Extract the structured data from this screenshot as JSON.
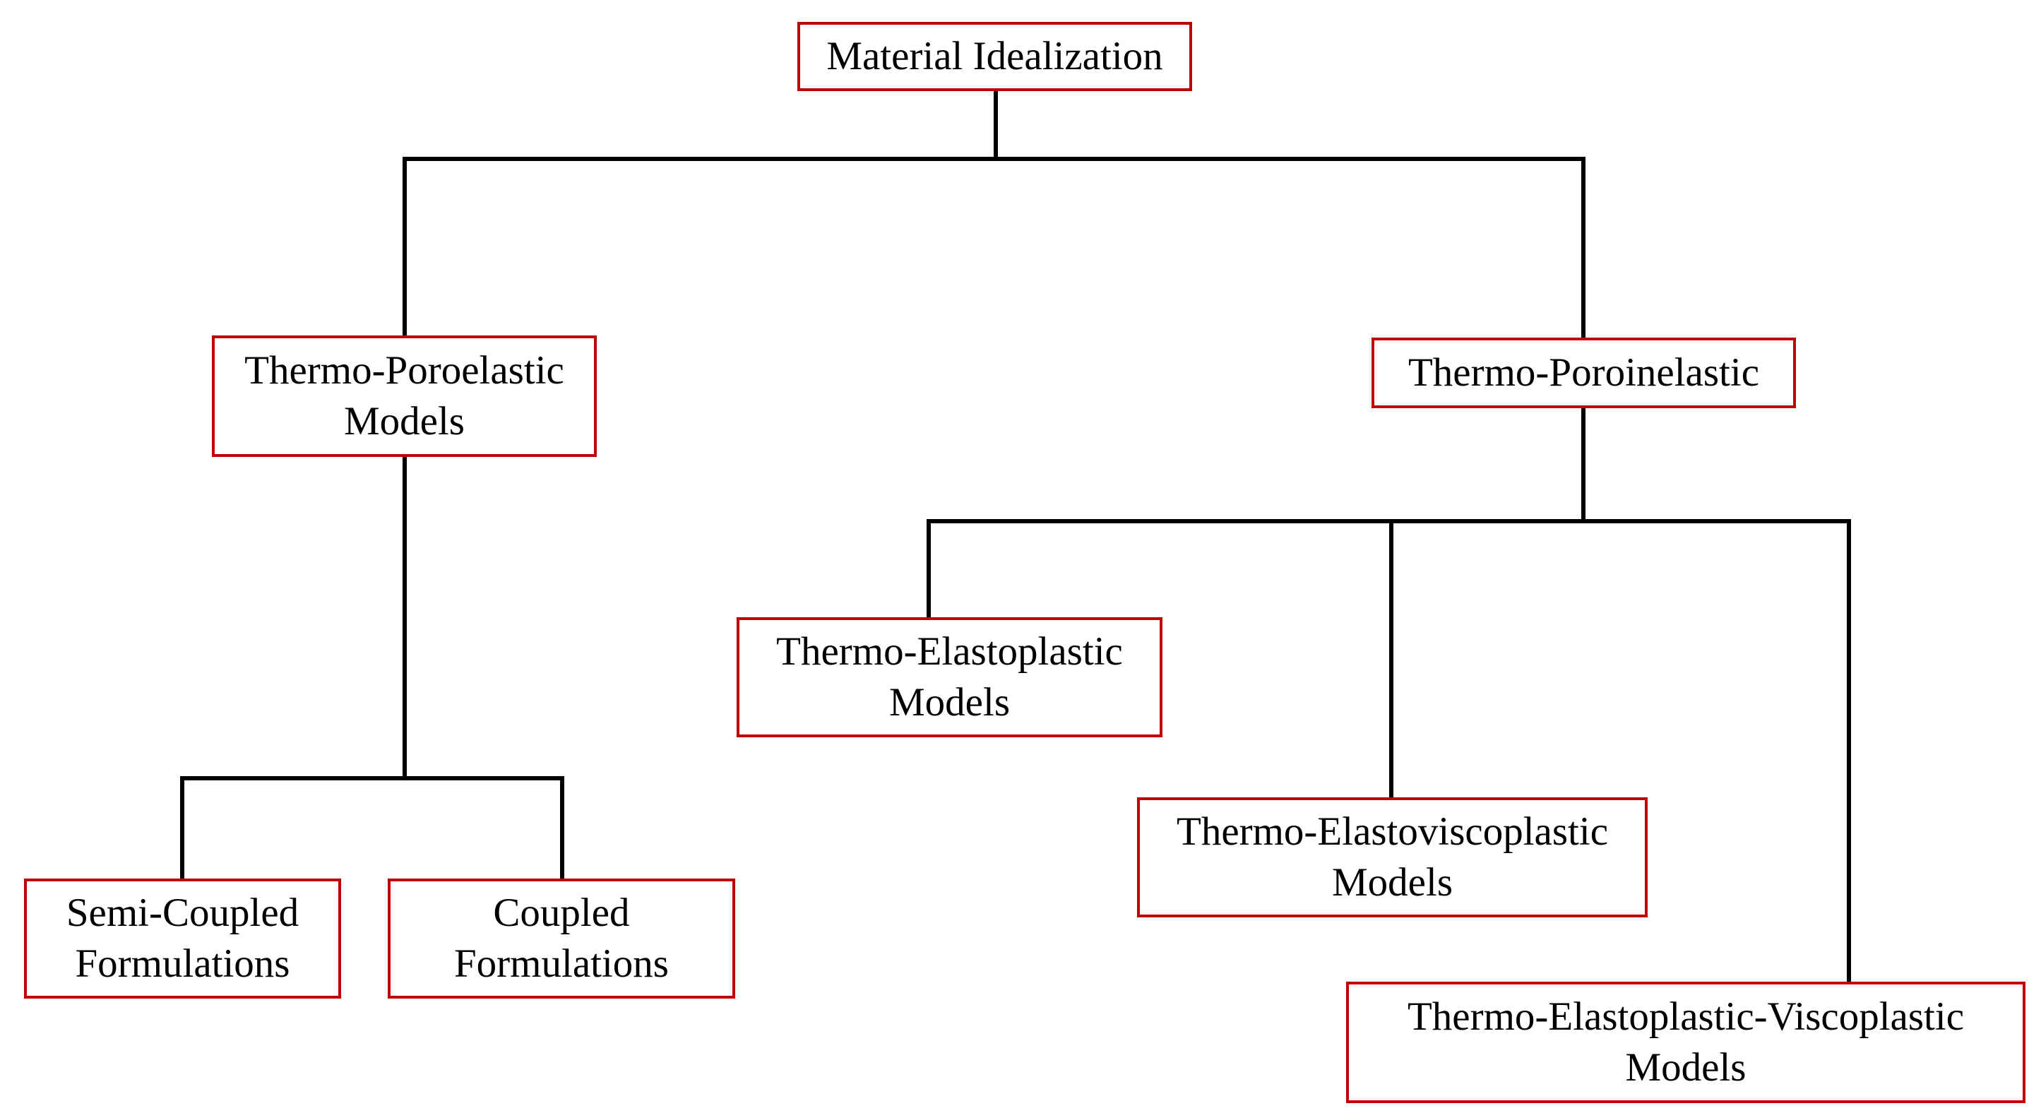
{
  "colors": {
    "box_border": "#c00000",
    "connector": "#000000",
    "text": "#000000",
    "background": "#ffffff"
  },
  "nodes": {
    "root": "Material Idealization",
    "thermo_poroelastic": "Thermo-Poroelastic\nModels",
    "thermo_poroinelastic": "Thermo-Poroinelastic",
    "thermo_elastoplastic": "Thermo-Elastoplastic\nModels",
    "thermo_elastoviscoplastic": "Thermo-Elastoviscoplastic\nModels",
    "thermo_elastoplastic_viscoplastic": "Thermo-Elastoplastic-Viscoplastic\nModels",
    "semi_coupled": "Semi-Coupled\nFormulations",
    "coupled": "Coupled\nFormulations"
  },
  "edges": [
    {
      "from": "root",
      "to": "thermo_poroelastic"
    },
    {
      "from": "root",
      "to": "thermo_poroinelastic"
    },
    {
      "from": "thermo_poroelastic",
      "to": "semi_coupled"
    },
    {
      "from": "thermo_poroelastic",
      "to": "coupled"
    },
    {
      "from": "thermo_poroinelastic",
      "to": "thermo_elastoplastic"
    },
    {
      "from": "thermo_poroinelastic",
      "to": "thermo_elastoviscoplastic"
    },
    {
      "from": "thermo_poroinelastic",
      "to": "thermo_elastoplastic_viscoplastic"
    }
  ]
}
